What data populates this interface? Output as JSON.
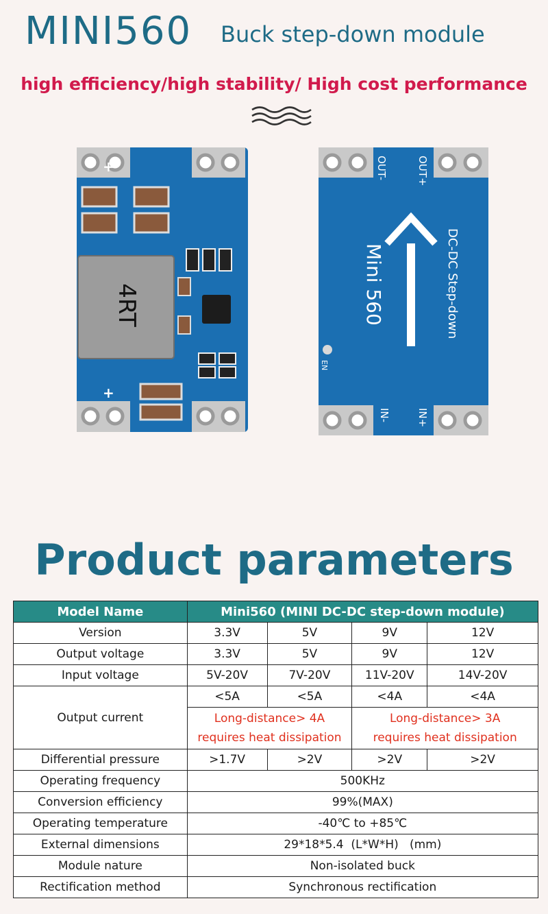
{
  "header": {
    "model": "MINI560",
    "subtitle": "Buck step-down module",
    "tagline": "high efficiency/high stability/ High cost performance"
  },
  "board": {
    "inductor_marking": "4RT",
    "labels": {
      "out_minus": "OUT-",
      "out_plus": "OUT+",
      "in_minus": "IN-",
      "in_plus": "IN+",
      "en": "EN",
      "name": "Mini 560",
      "desc": "DC-DC Step-down"
    }
  },
  "params": {
    "title": "Product parameters",
    "header": {
      "label": "Model Name",
      "value": "Mini560 (MINI DC-DC step-down module)"
    },
    "version": {
      "label": "Version",
      "values": [
        "3.3V",
        "5V",
        "9V",
        "12V"
      ]
    },
    "output_voltage": {
      "label": "Output voltage",
      "values": [
        "3.3V",
        "5V",
        "9V",
        "12V"
      ]
    },
    "input_voltage": {
      "label": "Input voltage",
      "values": [
        "5V-20V",
        "7V-20V",
        "11V-20V",
        "14V-20V"
      ]
    },
    "output_current": {
      "label": "Output current",
      "values": [
        "<5A",
        "<5A",
        "<4A",
        "<4A"
      ],
      "note_left_1": "Long-distance> 4A",
      "note_left_2": "requires heat dissipation",
      "note_right_1": "Long-distance> 3A",
      "note_right_2": "requires heat dissipation"
    },
    "diff_pressure": {
      "label": "Differential pressure",
      "values": [
        ">1.7V",
        ">2V",
        ">2V",
        ">2V"
      ]
    },
    "frequency": {
      "label": "Operating frequency",
      "value": "500KHz"
    },
    "efficiency": {
      "label": "Conversion efficiency",
      "value": "99%(MAX)"
    },
    "temperature": {
      "label": "Operating temperature",
      "value": "-40℃ to +85℃"
    },
    "dimensions": {
      "label": "External dimensions",
      "value": "29*18*5.4  (L*W*H)   (mm)"
    },
    "nature": {
      "label": "Module nature",
      "value": "Non-isolated buck"
    },
    "rectification": {
      "label": "Rectification method",
      "value": "Synchronous rectification"
    }
  },
  "colors": {
    "title": "#1e6b86",
    "tagline": "#d11a4c",
    "header_row": "#278b87",
    "pcb": "#1b6fb2",
    "note": "#e0301e"
  }
}
